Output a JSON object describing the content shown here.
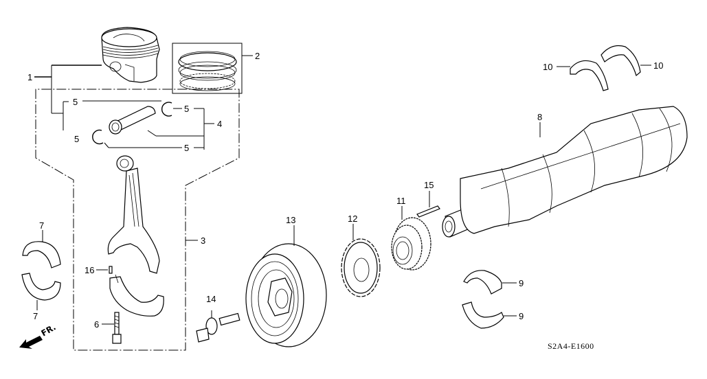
{
  "diagram": {
    "title": "Crankshaft / Piston parts diagram",
    "code": "S2A4-E1600",
    "front_indicator": "FR.",
    "callouts": [
      {
        "id": "1",
        "part": "piston-set"
      },
      {
        "id": "2",
        "part": "piston-ring-set"
      },
      {
        "id": "3",
        "part": "connecting-rod-assembly"
      },
      {
        "id": "4",
        "part": "piston-pin-set"
      },
      {
        "id": "5",
        "part": "piston-pin-clip"
      },
      {
        "id": "6",
        "part": "connecting-rod-bolt"
      },
      {
        "id": "7",
        "part": "connecting-rod-bearing"
      },
      {
        "id": "8",
        "part": "crankshaft"
      },
      {
        "id": "9",
        "part": "main-bearing"
      },
      {
        "id": "10",
        "part": "thrust-washer"
      },
      {
        "id": "11",
        "part": "crankshaft-sprocket"
      },
      {
        "id": "12",
        "part": "pulse-plate"
      },
      {
        "id": "13",
        "part": "crankshaft-pulley"
      },
      {
        "id": "14",
        "part": "pulley-bolt"
      },
      {
        "id": "15",
        "part": "woodruff-key"
      },
      {
        "id": "16",
        "part": "dowel-pin"
      }
    ]
  }
}
